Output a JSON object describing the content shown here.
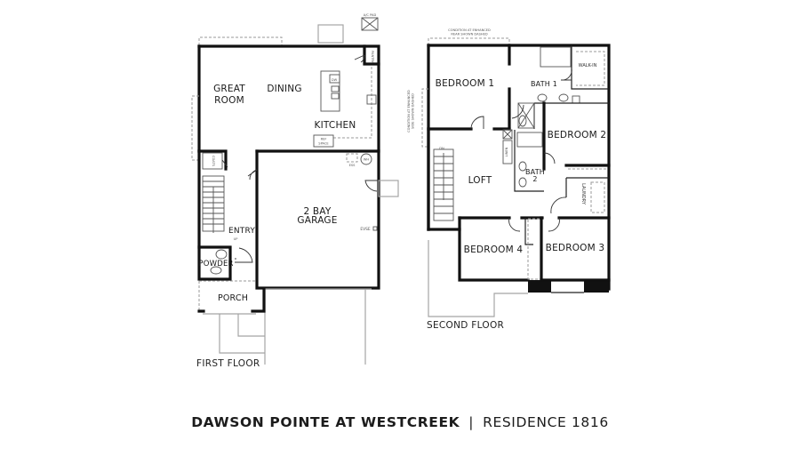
{
  "title": {
    "community": "DAWSON POINTE AT WESTCREEK",
    "separator": "|",
    "residence": "RESIDENCE 1816"
  },
  "first_floor": {
    "label": "FIRST FLOOR",
    "rooms": {
      "great_room_1": "GREAT",
      "great_room_2": "ROOM",
      "dining": "DINING",
      "kitchen": "KITCHEN",
      "garage_1": "2 BAY",
      "garage_2": "GARAGE",
      "entry": "ENTRY",
      "powder": "POWDER",
      "porch": "PORCH"
    },
    "annotations": {
      "ac_pad": "A/C PAD",
      "pantry": "PANTRY",
      "dw": "DW",
      "ref_space_1": "REF",
      "ref_space_2": "SPACE",
      "ess": "ESS",
      "wh": "WH",
      "coats": "COATS",
      "up": "UP",
      "evse": "EVSE"
    }
  },
  "second_floor": {
    "label": "SECOND FLOOR",
    "rooms": {
      "bedroom1": "BEDROOM 1",
      "bath1": "BATH 1",
      "walkin": "WALK-IN",
      "bedroom2": "BEDROOM 2",
      "loft": "LOFT",
      "bath2_1": "BATH",
      "bath2_2": "2",
      "laundry": "LAUNDRY",
      "bedroom4": "BEDROOM 4",
      "bedroom3": "BEDROOM 3"
    },
    "annotations": {
      "rear_note_1": "CONDITION AT ENHANCED",
      "rear_note_2": "REAR SHOWN DASHED",
      "side_note_1": "CONDITION AT ENHANCED",
      "side_note_2": "SIDE SHOWN DASHED",
      "dn": "DN",
      "linen": "LINEN"
    }
  }
}
